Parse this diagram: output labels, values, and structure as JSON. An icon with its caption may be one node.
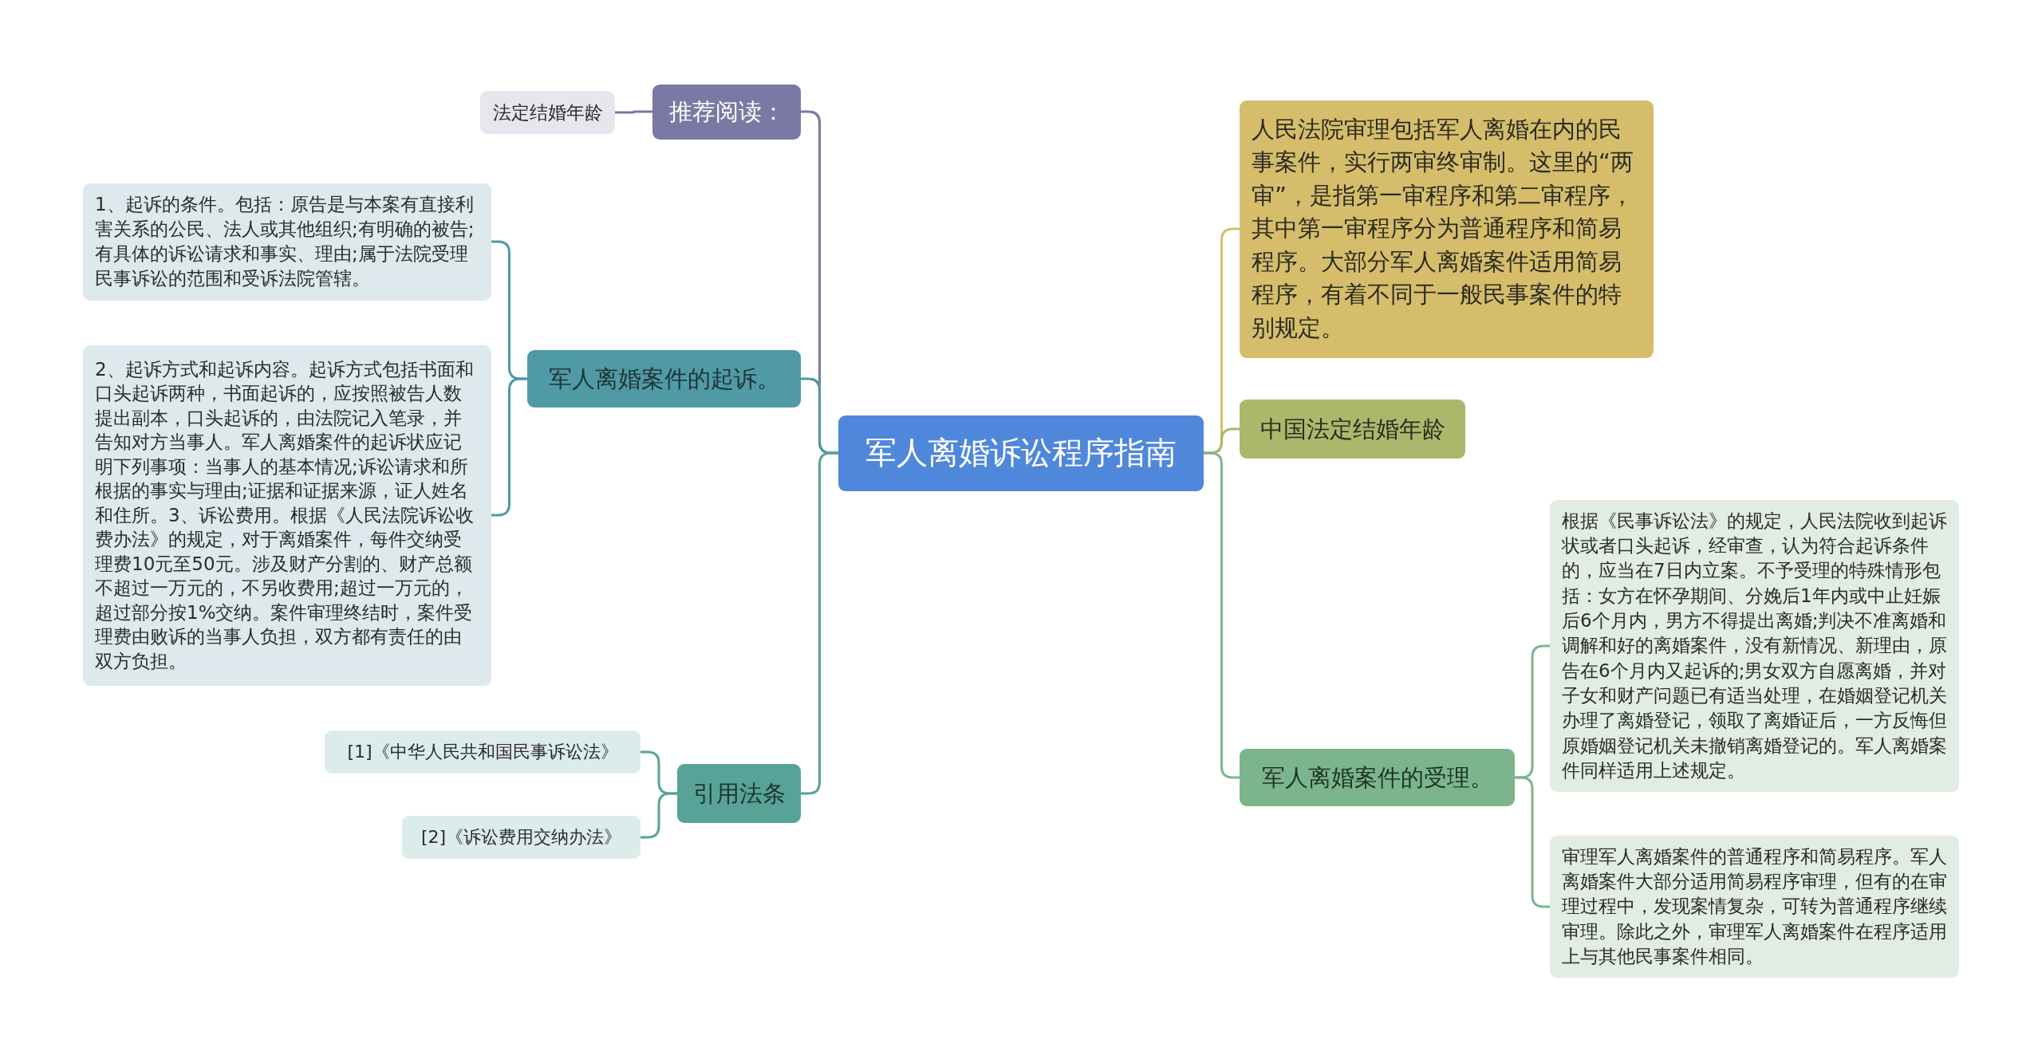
{
  "diagram": {
    "nodes": [
      {
        "text": [
          "军人离婚诉讼程序指南"
        ]
      },
      {
        "text": [
          "推荐阅读："
        ]
      },
      {
        "text": [
          "法定结婚年龄"
        ]
      },
      {
        "text": [
          "军人离婚案件的起诉。"
        ]
      },
      {
        "text": [
          "1、起诉的条件。包括：原告是与本案有直接利害关系的公民、法人或其他组织;有明确的被告;有具体的诉讼请求和事实、理由;属于法院受理民事诉讼的范围和受诉法院管辖。"
        ]
      },
      {
        "text": [
          "2、起诉方式和起诉内容。起诉方式包括书面和口头起诉两种，书面起诉的，应按照被告人数提出副本，口头起诉的，由法院记入笔录，并告知对方当事人。军人离婚案件的起诉状应记明下列事项：当事人的基本情况;诉讼请求和所根据的事实与理由;证据和证据来源，证人姓名和住所。3、诉讼费用。根据《人民法院诉讼收费办法》的规定，对于离婚案件，每件交纳受理费10元至50元。涉及财产分割的、财产总额不超过一万元的，不另收费用;超过一万元的，超过部分按1%交纳。案件审理终结时，案件受理费由败诉的当事人负担，双方都有责任的由双方负担。"
        ]
      },
      {
        "text": [
          "引用法条"
        ]
      },
      {
        "text": [
          "[1]《中华人民共和国民事诉讼法》"
        ]
      },
      {
        "text": [
          "[2]《诉讼费用交纳办法》"
        ]
      },
      {
        "text": [
          "人民法院审理包括军人离婚在内的民事案件，实行两审终审制。这里的“两审”，是指第一审程序和第二审程序，其中第一审程序分为普通程序和简易程序。大部分军人离婚案件适用简易程序，有着不同于一般民事案件的特别规定。"
        ]
      },
      {
        "text": [
          "中国法定结婚年龄"
        ]
      },
      {
        "text": [
          "军人离婚案件的受理。"
        ]
      },
      {
        "text": [
          "根据《民事诉讼法》的规定，人民法院收到起诉状或者口头起诉，经审查，认为符合起诉条件的，应当在7日内立案。不予受理的特殊情形包括：女方在怀孕期间、分娩后1年内或中止妊娠后6个月内，男方不得提出离婚;判决不准离婚和调解和好的离婚案件，没有新情况、新理由，原告在6个月内又起诉的;男女双方自愿离婚，并对子女和财产问题已有适当处理，在婚姻登记机关办理了离婚登记，领取了离婚证后，一方反悔但原婚姻登记机关未撤销离婚登记的。军人离婚案件同样适用上述规定。"
        ]
      },
      {
        "text": [
          "审理军人离婚案件的普通程序和简易程序。军人离婚案件大部分适用简易程序审理，但有的在审理过程中，发现案情复杂，可转为普通程序继续审理。除此之外，审理军人离婚案件在程序适用上与其他民事案件相同。"
        ]
      }
    ],
    "edges": [
      {
        "from": 0,
        "to": 1,
        "arrow": "none",
        "color": "#7a79a3"
      },
      {
        "from": 1,
        "to": 2,
        "arrow": "none",
        "color": "#7a79a3"
      },
      {
        "from": 0,
        "to": 3,
        "arrow": "none",
        "color": "#4f98a4"
      },
      {
        "from": 3,
        "to": 4,
        "arrow": "none",
        "color": "#4f98a4"
      },
      {
        "from": 3,
        "to": 5,
        "arrow": "none",
        "color": "#4f98a4"
      },
      {
        "from": 0,
        "to": 6,
        "arrow": "none",
        "color": "#57a397"
      },
      {
        "from": 6,
        "to": 7,
        "arrow": "none",
        "color": "#57a397"
      },
      {
        "from": 6,
        "to": 8,
        "arrow": "none",
        "color": "#57a397"
      },
      {
        "from": 0,
        "to": 9,
        "arrow": "none",
        "color": "#d5bd6c"
      },
      {
        "from": 0,
        "to": 10,
        "arrow": "none",
        "color": "#aab86b"
      },
      {
        "from": 0,
        "to": 11,
        "arrow": "none",
        "color": "#7cb58d"
      },
      {
        "from": 11,
        "to": 12,
        "arrow": "none",
        "color": "#7cb58d"
      },
      {
        "from": 11,
        "to": 13,
        "arrow": "none",
        "color": "#7cb58d"
      }
    ]
  }
}
